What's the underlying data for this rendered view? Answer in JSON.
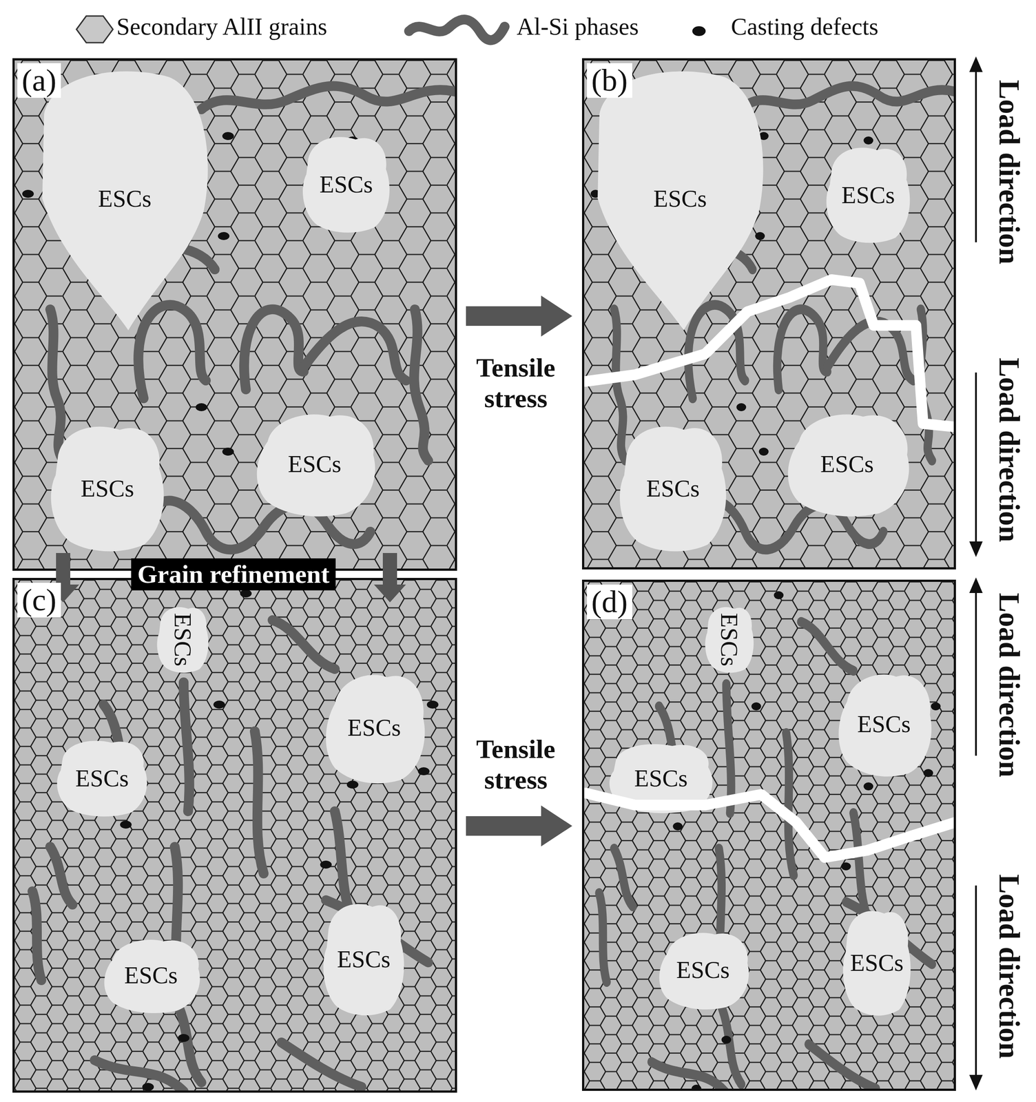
{
  "diagram": {
    "nodes": [
      {
        "text": [
          "(a)"
        ]
      },
      {
        "text": [
          "ESCs"
        ],
        "in": 0
      },
      {
        "text": [
          "ESCs"
        ],
        "in": 0
      },
      {
        "text": [
          "ESCs"
        ],
        "in": 0
      },
      {
        "text": [
          "ESCs"
        ],
        "in": 0
      },
      {
        "text": [
          "(b)"
        ]
      },
      {
        "text": [
          "ESCs"
        ],
        "in": 5
      },
      {
        "text": [
          "ESCs"
        ],
        "in": 5
      },
      {
        "text": [
          "ESCs"
        ],
        "in": 5
      },
      {
        "text": [
          "ESCs"
        ],
        "in": 5
      },
      {
        "text": [
          "(c)"
        ]
      },
      {
        "text": [
          "ESCs"
        ],
        "in": 10
      },
      {
        "text": [
          "ESCs"
        ],
        "in": 10
      },
      {
        "text": [
          "ESCs"
        ],
        "in": 10
      },
      {
        "text": [
          "ESCs"
        ],
        "in": 10
      },
      {
        "text": [
          "ESCs"
        ],
        "in": 10
      },
      {
        "text": [
          "(d)"
        ]
      },
      {
        "text": [
          "ESCs"
        ],
        "in": 16
      },
      {
        "text": [
          "ESCs"
        ],
        "in": 16
      },
      {
        "text": [
          "ESCs"
        ],
        "in": 16
      },
      {
        "text": [
          "ESCs"
        ],
        "in": 16
      },
      {
        "text": [
          "ESCs"
        ],
        "in": 16
      }
    ],
    "edges": [
      {
        "from": 0,
        "to": 5,
        "label": "Tensile stress",
        "arrow": "to"
      },
      {
        "from": 0,
        "to": 10,
        "label": "Grain refinement",
        "arrow": "to"
      },
      {
        "from": 0,
        "to": 10,
        "arrow": "to"
      },
      {
        "from": 10,
        "to": 16,
        "label": "Tensile stress",
        "arrow": "to"
      }
    ],
    "labels": [
      "Load direction",
      "Load direction",
      "Load direction",
      "Load direction"
    ],
    "legend": [
      {
        "text": "Secondary AlII grains"
      },
      {
        "text": "Al-Si phases"
      },
      {
        "text": "Casting defects"
      }
    ]
  }
}
